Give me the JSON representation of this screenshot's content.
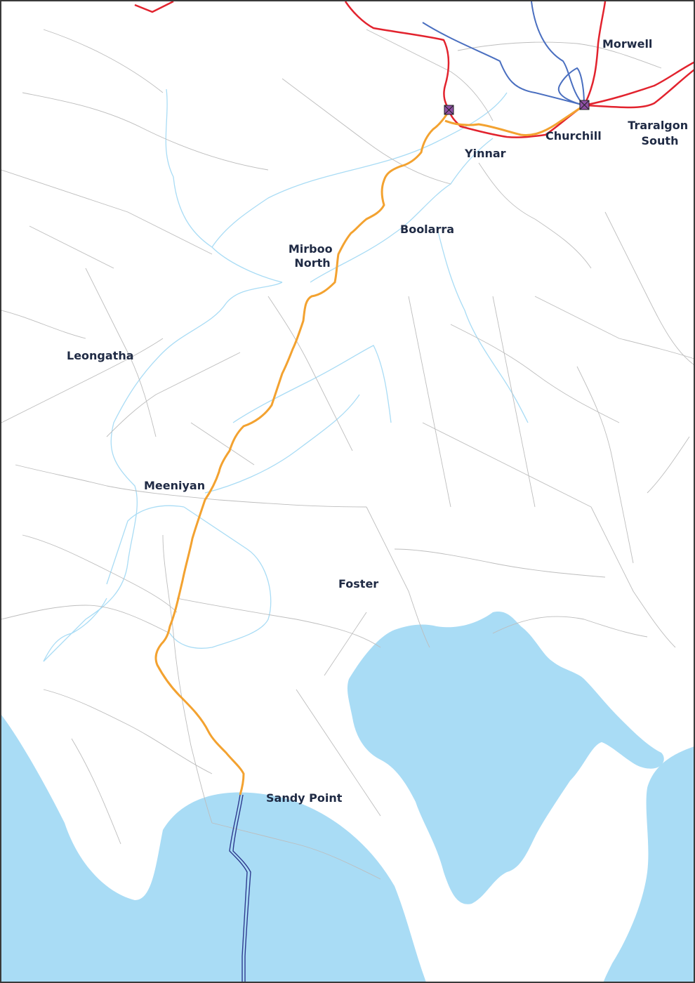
{
  "colors": {
    "water": "#a9dcf5",
    "river": "#a9dcf5",
    "road": "#bdbdbd",
    "transmission_red": "#e2232e",
    "transmission_blue": "#4a6fc0",
    "route_orange": "#f3a230",
    "subsea_cable": "#2e3b8f",
    "substation": "#8e4fa4",
    "label_text": "#1f2a44"
  },
  "towns": [
    {
      "id": "morwell",
      "lines": [
        "Morwell"
      ]
    },
    {
      "id": "traralgon-south",
      "lines": [
        "Traralgon",
        "South"
      ]
    },
    {
      "id": "churchill",
      "lines": [
        "Churchill"
      ]
    },
    {
      "id": "yinnar",
      "lines": [
        "Yinnar"
      ]
    },
    {
      "id": "boolarra",
      "lines": [
        "Boolarra"
      ]
    },
    {
      "id": "mirboo-north",
      "lines": [
        "Mirboo",
        "North"
      ]
    },
    {
      "id": "leongatha",
      "lines": [
        "Leongatha"
      ]
    },
    {
      "id": "meeniyan",
      "lines": [
        "Meeniyan"
      ]
    },
    {
      "id": "foster",
      "lines": [
        "Foster"
      ]
    },
    {
      "id": "sandy-point",
      "lines": [
        "Sandy Point"
      ]
    }
  ],
  "features": {
    "substation_icons": [
      "substation-icon",
      "substation-icon"
    ],
    "route_line": "onshore-route",
    "cable_line": "offshore-cable"
  }
}
